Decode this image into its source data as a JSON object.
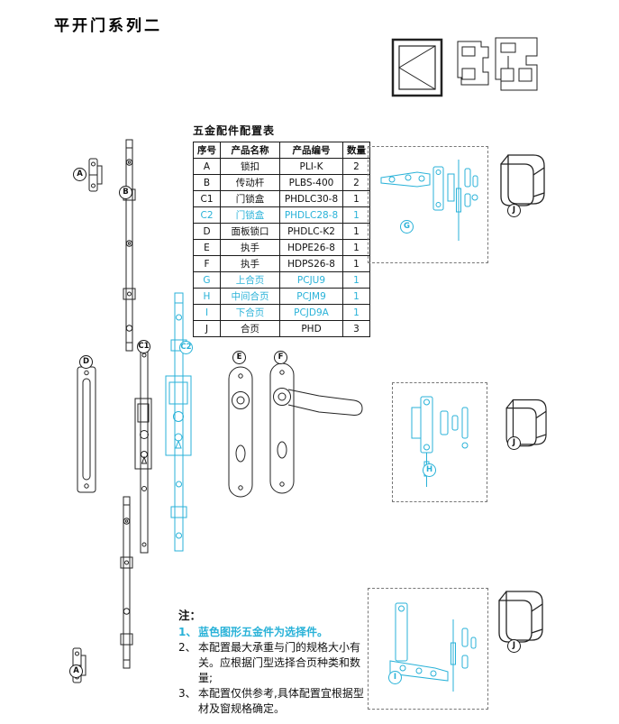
{
  "page": {
    "title": "平开门系列二"
  },
  "colors": {
    "accent": "#29b2d8",
    "line": "#1a1a1a"
  },
  "table": {
    "title": "五金配件配置表",
    "headers": [
      "序号",
      "产品名称",
      "产品编号",
      "数量"
    ],
    "rows": [
      {
        "no": "A",
        "name": "锁扣",
        "code": "PLI-K",
        "qty": "2",
        "highlight": false
      },
      {
        "no": "B",
        "name": "传动杆",
        "code": "PLBS-400",
        "qty": "2",
        "highlight": false
      },
      {
        "no": "C1",
        "name": "门锁盒",
        "code": "PHDLC30-8",
        "qty": "1",
        "highlight": false
      },
      {
        "no": "C2",
        "name": "门锁盒",
        "code": "PHDLC28-8",
        "qty": "1",
        "highlight": true
      },
      {
        "no": "D",
        "name": "面板锁口",
        "code": "PHDLC-K2",
        "qty": "1",
        "highlight": false
      },
      {
        "no": "E",
        "name": "执手",
        "code": "HDPE26-8",
        "qty": "1",
        "highlight": false
      },
      {
        "no": "F",
        "name": "执手",
        "code": "HDPS26-8",
        "qty": "1",
        "highlight": false
      },
      {
        "no": "G",
        "name": "上合页",
        "code": "PCJU9",
        "qty": "1",
        "highlight": true
      },
      {
        "no": "H",
        "name": "中间合页",
        "code": "PCJM9",
        "qty": "1",
        "highlight": true
      },
      {
        "no": "I",
        "name": "下合页",
        "code": "PCJD9A",
        "qty": "1",
        "highlight": true
      },
      {
        "no": "J",
        "name": "合页",
        "code": "PHD",
        "qty": "3",
        "highlight": false
      }
    ]
  },
  "labels": {
    "a": "A",
    "b": "B",
    "c1": "C1",
    "c2": "C2",
    "d": "D",
    "e": "E",
    "f": "F",
    "g": "G",
    "h": "H",
    "i": "I",
    "j": "J"
  },
  "notes": {
    "label": "注：",
    "items": [
      {
        "num": "1、",
        "text": "蓝色图形五金件为选择件。",
        "highlight": true
      },
      {
        "num": "2、",
        "text": "本配置最大承重与门的规格大小有关。应根据门型选择合页种类和数量;",
        "highlight": false
      },
      {
        "num": "3、",
        "text": "本配置仅供参考,具体配置宜根据型材及窗规格确定。",
        "highlight": false
      }
    ]
  }
}
